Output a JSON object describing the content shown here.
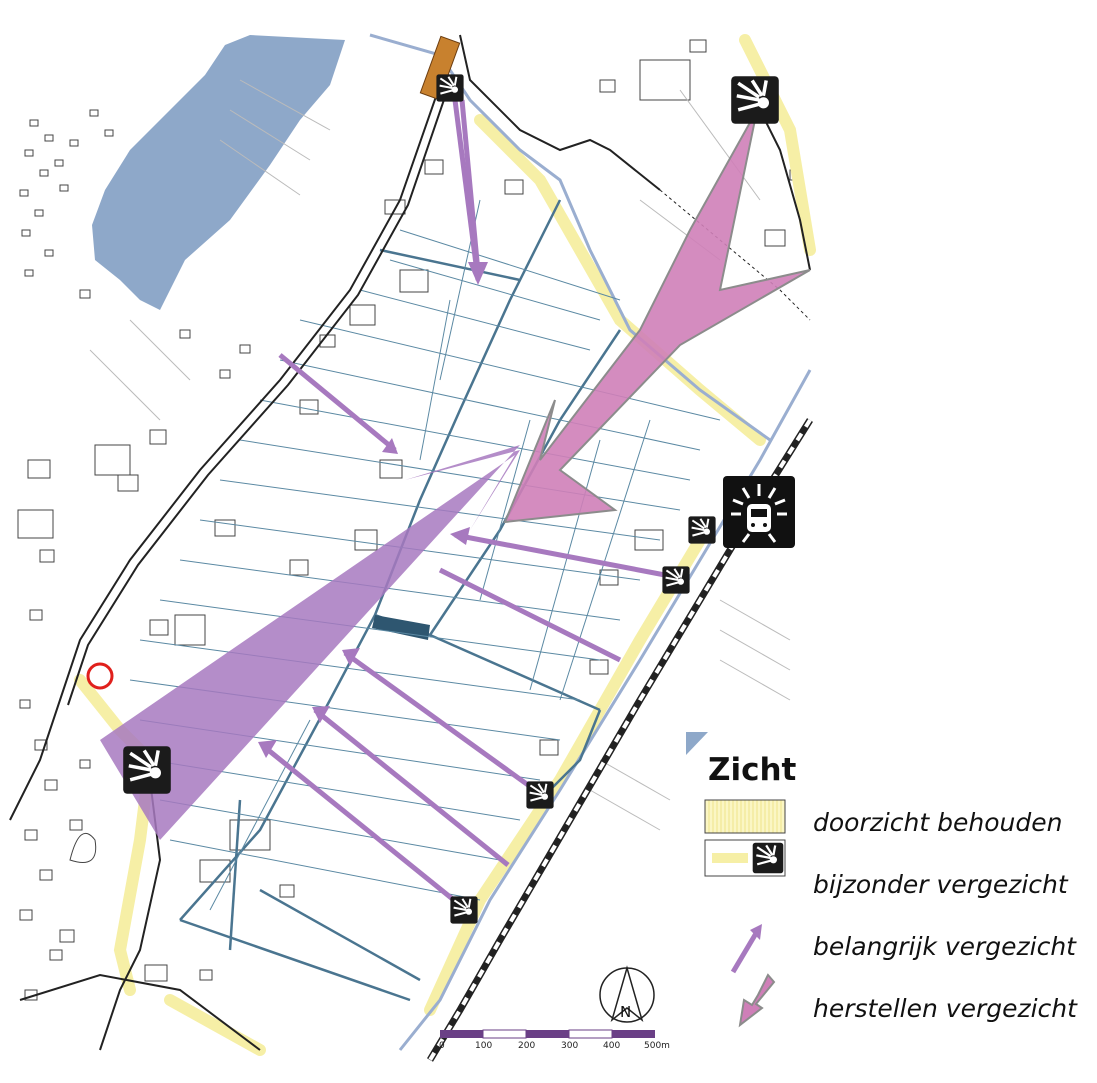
{
  "legend": {
    "title": "Zicht",
    "items": [
      {
        "label": "doorzicht behouden",
        "symbol": "yellow-hatched-box"
      },
      {
        "label": "bijzonder vergezicht",
        "symbol": "yellow-line-with-viewpoint-icon"
      },
      {
        "label": "belangrijk vergezicht",
        "symbol": "purple-arrow"
      },
      {
        "label": "herstellen vergezicht",
        "symbol": "grey-outlined-pink-arrow"
      }
    ]
  },
  "scale_bar": {
    "ticks": [
      "0",
      "100",
      "200",
      "300",
      "400",
      "500m"
    ]
  },
  "north_arrow": {
    "label": "N"
  },
  "colors": {
    "water": "#8ea8c9",
    "belangrijk": "#a779bf",
    "herstellen": "#cf7fb8",
    "doorzicht": "#f6efa6",
    "parcel_lines": "#4a7590",
    "road": "#222222"
  },
  "icons": [
    "viewpoint-icon",
    "train-station-icon",
    "north-arrow-icon",
    "marker-circle-icon"
  ]
}
